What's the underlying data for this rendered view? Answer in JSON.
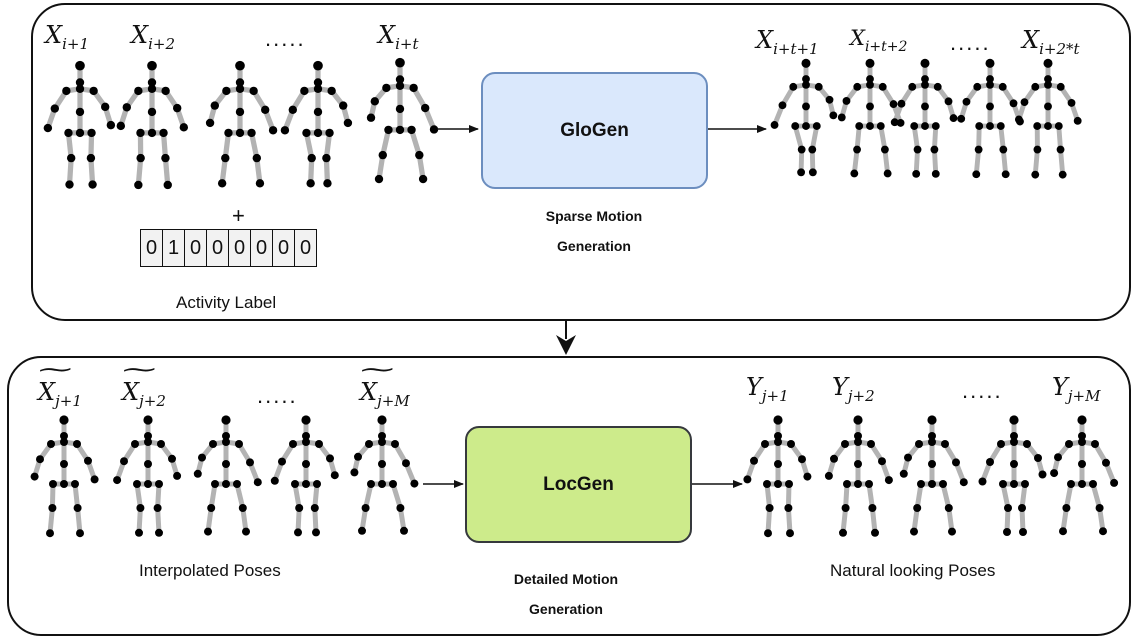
{
  "top_section": {
    "input_labels": [
      {
        "base": "X",
        "sub": "i+1"
      },
      {
        "base": "X",
        "sub": "i+2"
      },
      {
        "base": "X",
        "sub": "i+t"
      }
    ],
    "input_ellipsis": ".....",
    "output_labels": [
      {
        "base": "X",
        "sub": "i+t+1"
      },
      {
        "base": "X",
        "sub": "i+t+2"
      },
      {
        "base": "X",
        "sub": "i+2*t"
      }
    ],
    "output_ellipsis": ".....",
    "plus": "+",
    "one_hot": [
      "0",
      "1",
      "0",
      "0",
      "0",
      "0",
      "0",
      "0"
    ],
    "activity_label": "Activity Label",
    "model": {
      "name": "GloGen",
      "fill": "#dae8fc",
      "stroke": "#6c8ebf"
    },
    "caption_line1": "Sparse Motion",
    "caption_line2": "Generation"
  },
  "bottom_section": {
    "input_labels": [
      {
        "base": "X",
        "sub": "j+1",
        "tilde": true
      },
      {
        "base": "X",
        "sub": "j+2",
        "tilde": true
      },
      {
        "base": "X",
        "sub": "j+M",
        "tilde": true
      }
    ],
    "input_ellipsis": ".....",
    "output_labels": [
      {
        "base": "Y",
        "sub": "j+1"
      },
      {
        "base": "Y",
        "sub": "j+2"
      },
      {
        "base": "Y",
        "sub": "j+M"
      }
    ],
    "output_ellipsis": ".....",
    "input_caption": "Interpolated Poses",
    "output_caption": "Natural looking Poses",
    "model": {
      "name": "LocGen",
      "fill": "#cdeb8b",
      "stroke": "#36393d"
    },
    "caption_line1": "Detailed Motion",
    "caption_line2": "Generation"
  },
  "pose_style": {
    "bone_color": "#b3b3b3",
    "joint_color": "#000000"
  }
}
